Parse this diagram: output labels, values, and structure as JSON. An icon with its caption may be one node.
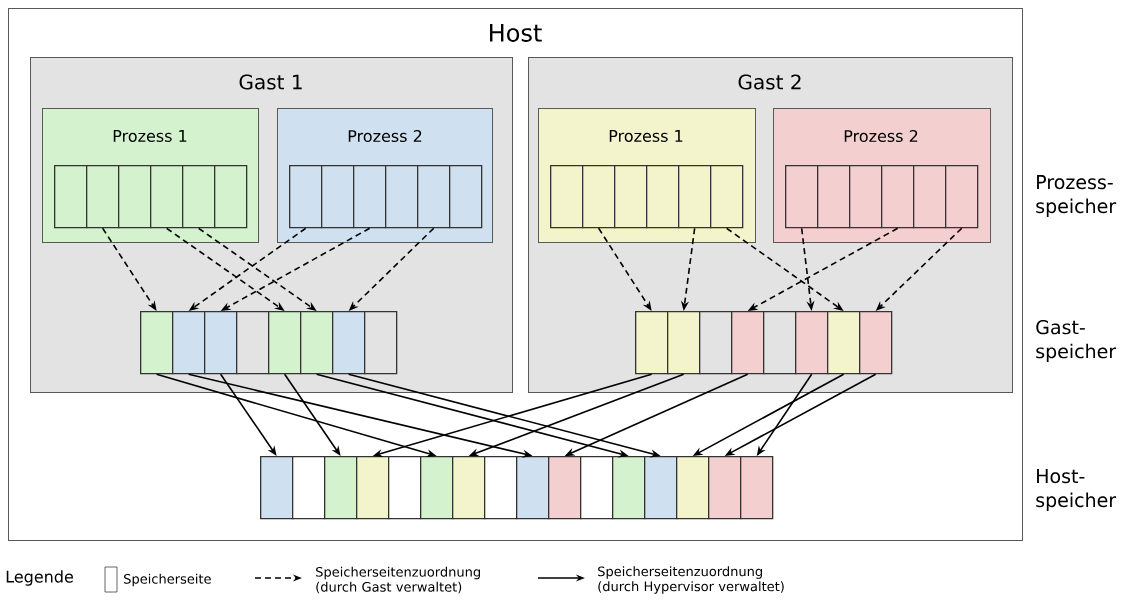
{
  "diagram": {
    "nodes": [
      {
        "text": [
          "Host"
        ]
      },
      {
        "text": [
          "Gast 1"
        ],
        "in": 0
      },
      {
        "text": [
          "Prozess 1"
        ],
        "in": 1
      },
      {
        "text": [],
        "shape": "box",
        "in": 2
      },
      {
        "text": [],
        "shape": "box",
        "in": 2
      },
      {
        "text": [],
        "shape": "box",
        "in": 2
      },
      {
        "text": [],
        "shape": "box",
        "in": 2
      },
      {
        "text": [],
        "shape": "box",
        "in": 2
      },
      {
        "text": [],
        "shape": "box",
        "in": 2
      },
      {
        "text": [
          "Prozess 2"
        ],
        "in": 1
      },
      {
        "text": [],
        "shape": "box",
        "in": 9
      },
      {
        "text": [],
        "shape": "box",
        "in": 9
      },
      {
        "text": [],
        "shape": "box",
        "in": 9
      },
      {
        "text": [],
        "shape": "box",
        "in": 9
      },
      {
        "text": [],
        "shape": "box",
        "in": 9
      },
      {
        "text": [],
        "shape": "box",
        "in": 9
      },
      {
        "text": [],
        "shape": "box",
        "in": 1
      },
      {
        "text": [],
        "shape": "box",
        "in": 1
      },
      {
        "text": [],
        "shape": "box",
        "in": 1
      },
      {
        "text": [],
        "shape": "box",
        "in": 1
      },
      {
        "text": [],
        "shape": "box",
        "in": 1
      },
      {
        "text": [],
        "shape": "box",
        "in": 1
      },
      {
        "text": [],
        "shape": "box",
        "in": 1
      },
      {
        "text": [],
        "shape": "box",
        "in": 1
      },
      {
        "text": [
          "Gast 2"
        ],
        "in": 0
      },
      {
        "text": [
          "Prozess 1"
        ],
        "in": 24
      },
      {
        "text": [],
        "shape": "box",
        "in": 25
      },
      {
        "text": [],
        "shape": "box",
        "in": 25
      },
      {
        "text": [],
        "shape": "box",
        "in": 25
      },
      {
        "text": [],
        "shape": "box",
        "in": 25
      },
      {
        "text": [],
        "shape": "box",
        "in": 25
      },
      {
        "text": [],
        "shape": "box",
        "in": 25
      },
      {
        "text": [
          "Prozess 2"
        ],
        "in": 24
      },
      {
        "text": [],
        "shape": "box",
        "in": 32
      },
      {
        "text": [],
        "shape": "box",
        "in": 32
      },
      {
        "text": [],
        "shape": "box",
        "in": 32
      },
      {
        "text": [],
        "shape": "box",
        "in": 32
      },
      {
        "text": [],
        "shape": "box",
        "in": 32
      },
      {
        "text": [],
        "shape": "box",
        "in": 32
      },
      {
        "text": [],
        "shape": "box",
        "in": 24
      },
      {
        "text": [],
        "shape": "box",
        "in": 24
      },
      {
        "text": [],
        "shape": "box",
        "in": 24
      },
      {
        "text": [],
        "shape": "box",
        "in": 24
      },
      {
        "text": [],
        "shape": "box",
        "in": 24
      },
      {
        "text": [],
        "shape": "box",
        "in": 24
      },
      {
        "text": [],
        "shape": "box",
        "in": 24
      },
      {
        "text": [],
        "shape": "box",
        "in": 24
      },
      {
        "text": [],
        "shape": "box",
        "in": 0
      },
      {
        "text": [],
        "shape": "box",
        "in": 0
      },
      {
        "text": [],
        "shape": "box",
        "in": 0
      },
      {
        "text": [],
        "shape": "box",
        "in": 0
      },
      {
        "text": [],
        "shape": "box",
        "in": 0
      },
      {
        "text": [],
        "shape": "box",
        "in": 0
      },
      {
        "text": [],
        "shape": "box",
        "in": 0
      },
      {
        "text": [],
        "shape": "box",
        "in": 0
      },
      {
        "text": [],
        "shape": "box",
        "in": 0
      },
      {
        "text": [],
        "shape": "box",
        "in": 0
      },
      {
        "text": [],
        "shape": "box",
        "in": 0
      },
      {
        "text": [],
        "shape": "box",
        "in": 0
      },
      {
        "text": [],
        "shape": "box",
        "in": 0
      },
      {
        "text": [],
        "shape": "box",
        "in": 0
      },
      {
        "text": [],
        "shape": "box",
        "in": 0
      },
      {
        "text": [],
        "shape": "box",
        "in": 0
      }
    ],
    "edges": [
      {
        "from": 4,
        "to": 16,
        "arrow": "to",
        "style": "dashed"
      },
      {
        "from": 6,
        "to": 20,
        "arrow": "to",
        "style": "dashed"
      },
      {
        "from": 7,
        "to": 21,
        "arrow": "to",
        "style": "dashed"
      },
      {
        "from": 10,
        "to": 17,
        "arrow": "to",
        "style": "dashed"
      },
      {
        "from": 12,
        "to": 18,
        "arrow": "to",
        "style": "dashed"
      },
      {
        "from": 14,
        "to": 22,
        "arrow": "to",
        "style": "dashed"
      },
      {
        "from": 27,
        "to": 39,
        "arrow": "to",
        "style": "dashed"
      },
      {
        "from": 30,
        "to": 40,
        "arrow": "to",
        "style": "dashed"
      },
      {
        "from": 31,
        "to": 45,
        "arrow": "to",
        "style": "dashed"
      },
      {
        "from": 33,
        "to": 44,
        "arrow": "to",
        "style": "dashed"
      },
      {
        "from": 36,
        "to": 42,
        "arrow": "to",
        "style": "dashed"
      },
      {
        "from": 38,
        "to": 46,
        "arrow": "to",
        "style": "dashed"
      },
      {
        "from": 16,
        "to": 52,
        "arrow": "to"
      },
      {
        "from": 17,
        "to": 55,
        "arrow": "to"
      },
      {
        "from": 18,
        "to": 47,
        "arrow": "to"
      },
      {
        "from": 20,
        "to": 49,
        "arrow": "to"
      },
      {
        "from": 21,
        "to": 58,
        "arrow": "to"
      },
      {
        "from": 22,
        "to": 59,
        "arrow": "to"
      },
      {
        "from": 39,
        "to": 50,
        "arrow": "to"
      },
      {
        "from": 40,
        "to": 53,
        "arrow": "to"
      },
      {
        "from": 42,
        "to": 56,
        "arrow": "to"
      },
      {
        "from": 44,
        "to": 62,
        "arrow": "to"
      },
      {
        "from": 45,
        "to": 60,
        "arrow": "to"
      },
      {
        "from": 46,
        "to": 61,
        "arrow": "to"
      }
    ],
    "labels": [
      "Prozess- speicher",
      "Gast- speicher",
      "Host- speicher",
      "Legende"
    ],
    "legend": [
      {
        "text": "Speicherseite"
      },
      {
        "text": "Speicherseitenzuordnung (durch Gast verwaltet)"
      },
      {
        "text": "Speicherseitenzuordnung (durch Hypervisor verwaltet)"
      }
    ]
  }
}
